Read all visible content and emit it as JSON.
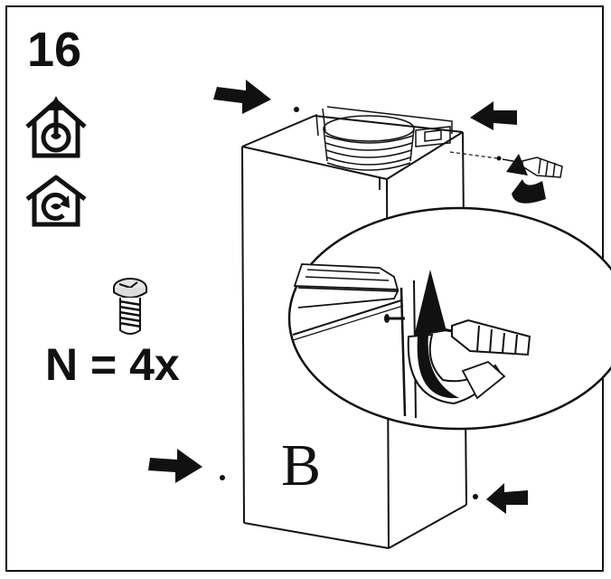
{
  "step": {
    "number": "16"
  },
  "mode_icons": [
    {
      "name": "ducted-exhaust-icon",
      "meaning": "extraction-mode"
    },
    {
      "name": "recirculation-icon",
      "meaning": "filtering-mode"
    }
  ],
  "screw": {
    "icon": "screw-icon",
    "quantity_label": "N = 4x"
  },
  "panel": {
    "letter": "B"
  },
  "colors": {
    "line": "#111111",
    "background": "#ffffff",
    "shade": "#e6e6e6"
  }
}
